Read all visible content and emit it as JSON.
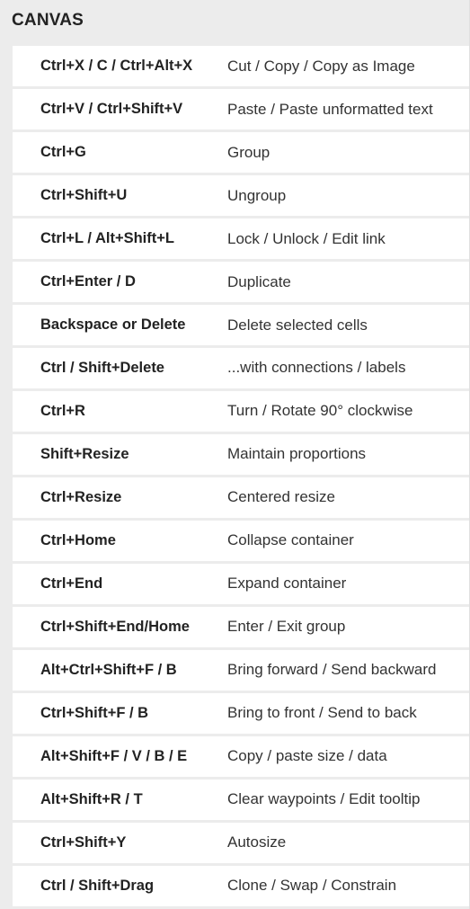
{
  "section": {
    "title": "CANVAS"
  },
  "shortcuts": [
    {
      "key": "Ctrl+X / C / Ctrl+Alt+X",
      "desc": "Cut / Copy / Copy as Image"
    },
    {
      "key": "Ctrl+V / Ctrl+Shift+V",
      "desc": "Paste / Paste unformatted text"
    },
    {
      "key": "Ctrl+G",
      "desc": "Group"
    },
    {
      "key": "Ctrl+Shift+U",
      "desc": "Ungroup"
    },
    {
      "key": "Ctrl+L / Alt+Shift+L",
      "desc": "Lock / Unlock / Edit link"
    },
    {
      "key": "Ctrl+Enter / D",
      "desc": "Duplicate"
    },
    {
      "key": "Backspace or Delete",
      "desc": "Delete selected cells"
    },
    {
      "key": "Ctrl / Shift+Delete",
      "desc": "...with connections / labels"
    },
    {
      "key": "Ctrl+R",
      "desc": "Turn / Rotate 90° clockwise"
    },
    {
      "key": "Shift+Resize",
      "desc": "Maintain proportions"
    },
    {
      "key": "Ctrl+Resize",
      "desc": "Centered resize"
    },
    {
      "key": "Ctrl+Home",
      "desc": "Collapse container"
    },
    {
      "key": "Ctrl+End",
      "desc": "Expand container"
    },
    {
      "key": "Ctrl+Shift+End/Home",
      "desc": "Enter / Exit group"
    },
    {
      "key": "Alt+Ctrl+Shift+F / B",
      "desc": "Bring forward / Send backward"
    },
    {
      "key": "Ctrl+Shift+F / B",
      "desc": "Bring to front / Send to back"
    },
    {
      "key": "Alt+Shift+F / V / B / E",
      "desc": "Copy / paste size / data"
    },
    {
      "key": "Alt+Shift+R / T",
      "desc": "Clear waypoints / Edit tooltip"
    },
    {
      "key": "Ctrl+Shift+Y",
      "desc": "Autosize"
    },
    {
      "key": "Ctrl / Shift+Drag",
      "desc": "Clone / Swap / Constrain"
    }
  ]
}
